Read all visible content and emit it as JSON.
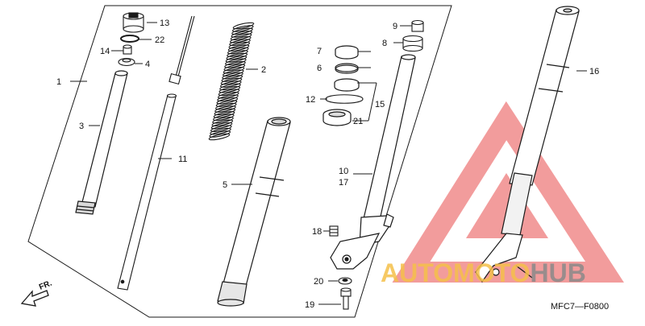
{
  "diagram": {
    "code": "MFC7—F0800",
    "direction_label": "FR.",
    "part_labels": [
      {
        "id": "p1",
        "text": "1"
      },
      {
        "id": "p2",
        "text": "2"
      },
      {
        "id": "p3",
        "text": "3"
      },
      {
        "id": "p4",
        "text": "4"
      },
      {
        "id": "p5",
        "text": "5"
      },
      {
        "id": "p6",
        "text": "6"
      },
      {
        "id": "p7",
        "text": "7"
      },
      {
        "id": "p8",
        "text": "8"
      },
      {
        "id": "p9",
        "text": "9"
      },
      {
        "id": "p10",
        "text": "10"
      },
      {
        "id": "p11",
        "text": "11"
      },
      {
        "id": "p12",
        "text": "12"
      },
      {
        "id": "p13",
        "text": "13"
      },
      {
        "id": "p14",
        "text": "14"
      },
      {
        "id": "p15",
        "text": "15"
      },
      {
        "id": "p16",
        "text": "16"
      },
      {
        "id": "p17",
        "text": "17"
      },
      {
        "id": "p18",
        "text": "18"
      },
      {
        "id": "p19",
        "text": "19"
      },
      {
        "id": "p20",
        "text": "20"
      },
      {
        "id": "p21",
        "text": "21"
      },
      {
        "id": "p22",
        "text": "22"
      }
    ]
  },
  "watermark": {
    "part1": "AUTO",
    "part2": "MOTO",
    "part3": "HUB",
    "colors": {
      "auto": "#f5c04a",
      "moto": "#f5c04a",
      "hub": "#8a8a8a",
      "triangle": "#f08b8b"
    }
  },
  "colors": {
    "line": "#1a1a1a",
    "text": "#111111"
  }
}
